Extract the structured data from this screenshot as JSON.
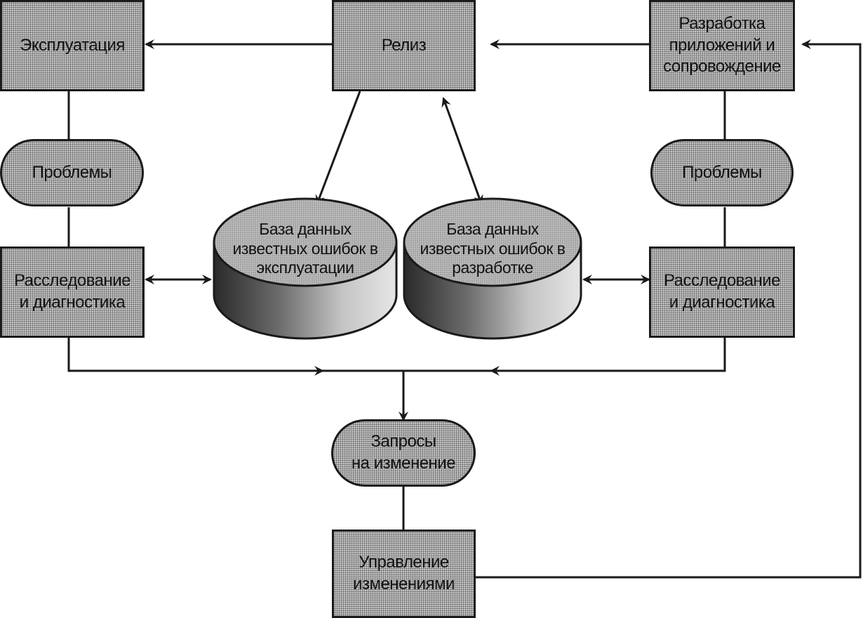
{
  "nodes": {
    "operations": "Эксплуатация",
    "release": "Релиз",
    "app_development": "Разработка\nприложений и\nсопровождение",
    "problems_left": "Проблемы",
    "problems_right": "Проблемы",
    "investigation_left": "Расследование\nи диагностика",
    "investigation_right": "Расследование\nи диагностика",
    "kedb_operations": "База данных\nизвестных ошибок в\nэксплуатации",
    "kedb_development": "База данных\nизвестных ошибок в\nразработке",
    "change_requests": "Запросы\nна изменение",
    "change_management": "Управление\nизменениями"
  },
  "colors": {
    "fill": "#a8a8a8",
    "stroke": "#1a1a1a",
    "background": "#ffffff"
  }
}
